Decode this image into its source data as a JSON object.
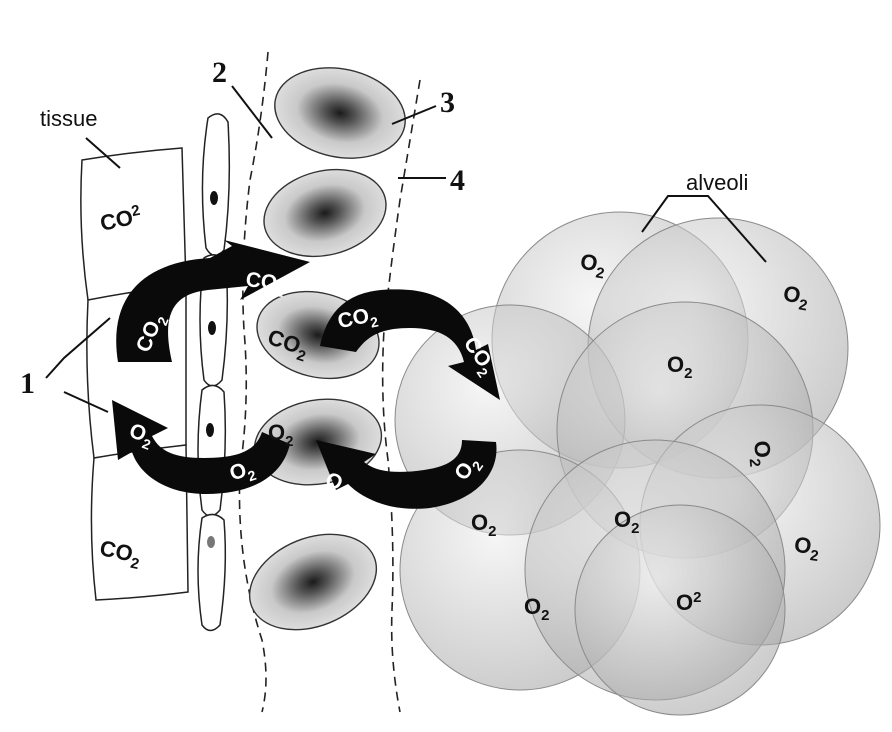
{
  "labels": {
    "tissue": "tissue",
    "alveoli": "alveoli",
    "n1": "1",
    "n2": "2",
    "n3": "3",
    "n4": "4"
  },
  "gas": {
    "co2": "CO",
    "o2": "O",
    "sub": "2"
  },
  "colors": {
    "alveolus_fill": "#d7d7d7",
    "arrow_fill": "#0a0a0a",
    "cell_fill": "#e6e6e6",
    "line": "#222222"
  }
}
